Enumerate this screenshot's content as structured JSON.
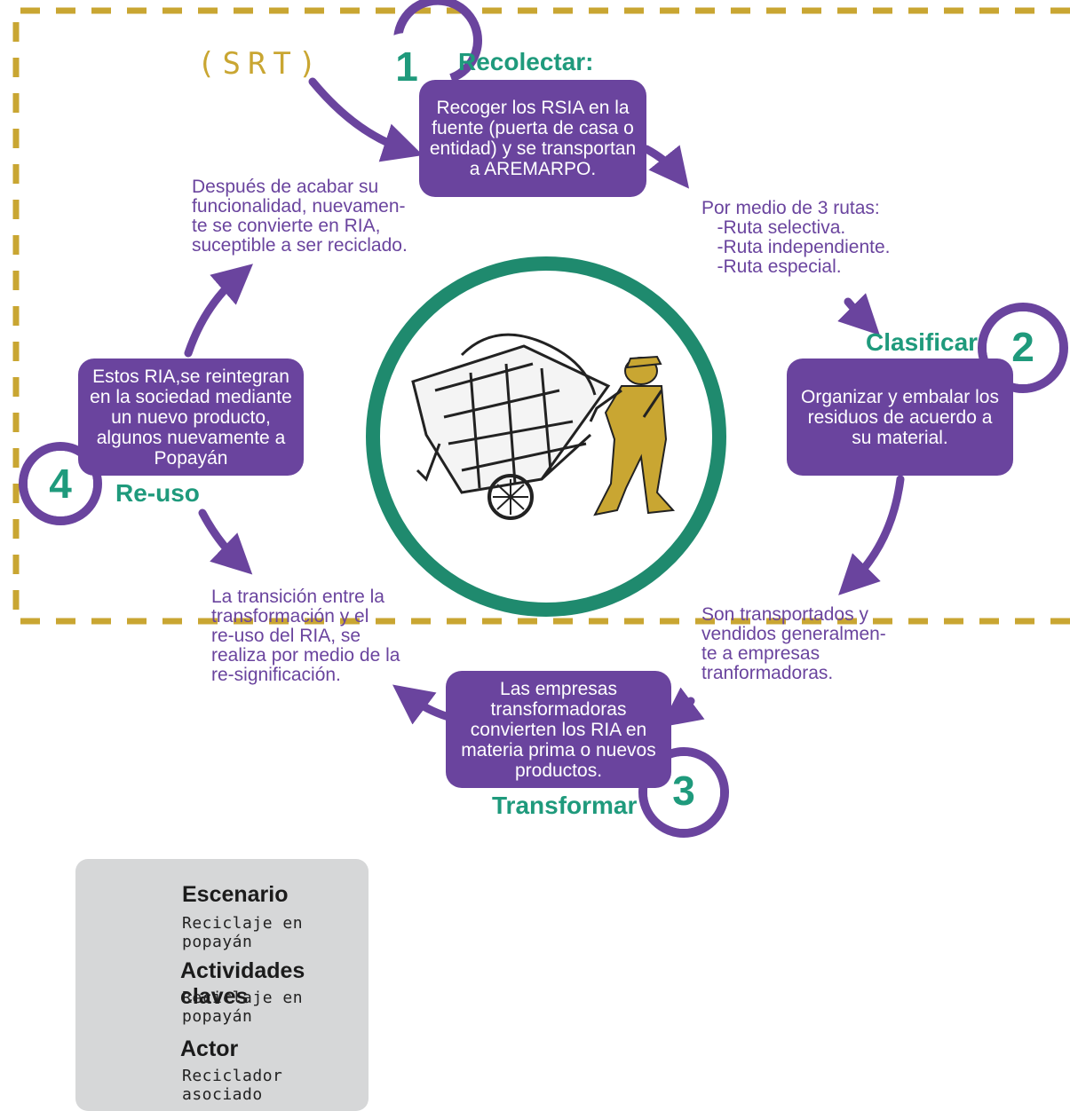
{
  "scenario_label": "(SRT)",
  "steps": [
    {
      "number": "1",
      "title": "Recolectar:",
      "description": "Recoger los RSIA en la fuente (puerta de casa o entidad) y se transportan a AREMARPO."
    },
    {
      "number": "2",
      "title": "Clasificar",
      "description": "Organizar y embalar los residuos de acuerdo a su material."
    },
    {
      "number": "3",
      "title": "Transformar",
      "description": "Las empresas transformadoras convierten los RIA en materia prima o nuevos productos."
    },
    {
      "number": "4",
      "title": "Re-uso",
      "description": "Estos RIA,se reintegran en la sociedad mediante un nuevo producto, algunos nuevamente a Popayán"
    }
  ],
  "transitions": {
    "to_clasificar": [
      "Por medio de 3 rutas:",
      "   -Ruta selectiva.",
      "   -Ruta independiente.",
      "   -Ruta especial."
    ],
    "to_transformar": [
      "Son transportados y",
      "vendidos generalmen-",
      "te a empresas",
      "tranformadoras."
    ],
    "to_reuso": [
      "La transición entre la",
      "transformación y el",
      "re-uso del RIA, se",
      "realiza por medio de la",
      "re-significación."
    ],
    "to_recolectar": [
      "Después de acabar su",
      "funcionalidad, nuevamen-",
      "te se convierte en RIA,",
      "suceptible a ser reciclado."
    ]
  },
  "legend": [
    {
      "icon": "dashed-square-icon",
      "title": "Escenario",
      "subtitle": "Reciclaje en popayán"
    },
    {
      "icon": "green-circle-icon",
      "title": "Actividades claves",
      "subtitle": "Reciclaje en popayán"
    },
    {
      "icon": "recycler-cart-icon",
      "title": "Actor",
      "subtitle": "Reciclador asociado"
    }
  ],
  "colors": {
    "purple": "#6a449e",
    "green": "#1f9a7c",
    "gold_dashed": "#c9a632",
    "legend_bg": "#d6d7d8"
  }
}
